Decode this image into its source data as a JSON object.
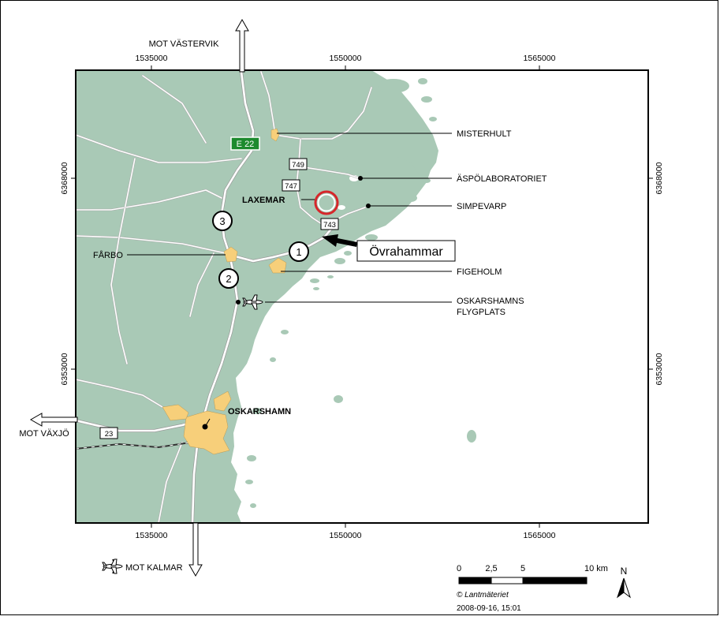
{
  "map": {
    "coords": {
      "x_top": [
        "1535000",
        "1550000",
        "1565000"
      ],
      "x_bottom": [
        "1535000",
        "1550000",
        "1565000"
      ],
      "y_left": [
        "6368000",
        "6353000"
      ],
      "y_right": [
        "6368000",
        "6353000"
      ]
    },
    "directions": {
      "north": "MOT VÄSTERVIK",
      "west": "MOT VÄXJÖ",
      "south": "MOT KALMAR"
    },
    "roads": {
      "e22": "E 22",
      "r749": "749",
      "r747": "747",
      "r743": "743",
      "r23": "23"
    },
    "markers": {
      "m1": "1",
      "m2": "2",
      "m3": "3"
    },
    "places": {
      "misterhult": "MISTERHULT",
      "aspo": "ÄSPÖLABORATORIET",
      "simpevarp": "SIMPEVARP",
      "laxemar": "LAXEMAR",
      "farbo": "FÅRBO",
      "figeholm": "FIGEHOLM",
      "airport_line1": "OSKARSHAMNS",
      "airport_line2": "FLYGPLATS",
      "oskarshamn": "OSKARSHAMN",
      "ovrahammar": "Övrahammar"
    },
    "scale": {
      "t0": "0",
      "t1": "2,5",
      "t2": "5",
      "t3": "10 km"
    },
    "north_arrow": "N",
    "credit": "© Lantmäteriet",
    "timestamp": "2008-09-16, 15:01",
    "colors": {
      "land": "#a9c9b6",
      "urban": "#f7cf7a",
      "e22_sign": "#1d8a2e",
      "site_circle": "#d6262b"
    }
  }
}
